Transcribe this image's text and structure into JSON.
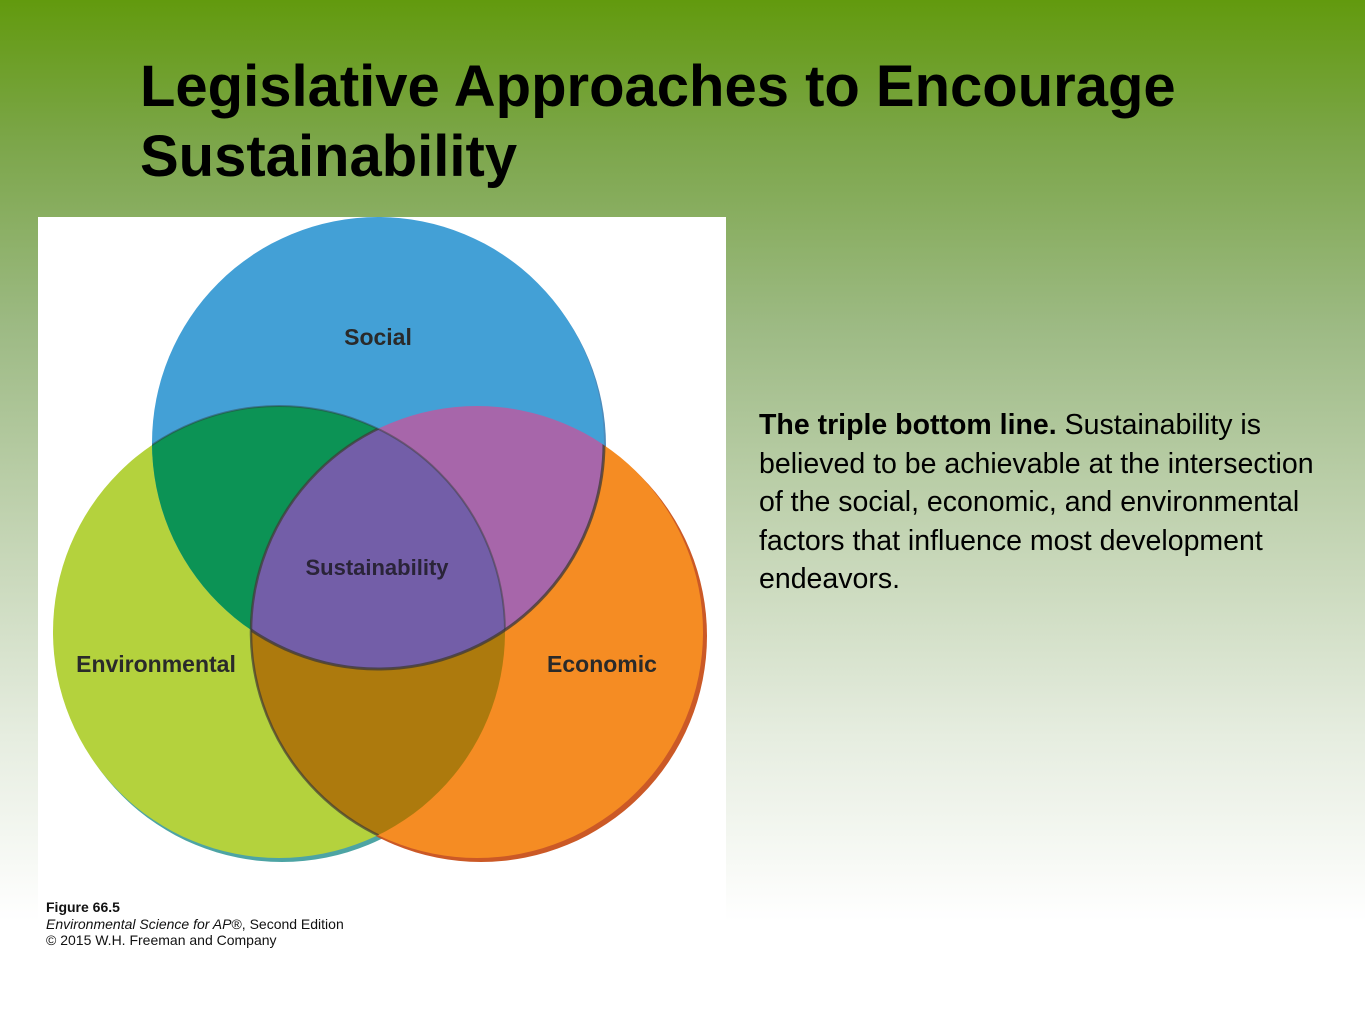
{
  "slide": {
    "title": "Legislative Approaches to Encourage Sustainability"
  },
  "diagram": {
    "circles": [
      {
        "label": "Social",
        "color": "#43a0d6"
      },
      {
        "label": "Environmental",
        "color": "#b4d23d"
      },
      {
        "label": "Economic",
        "color": "#f58c23"
      }
    ],
    "center_label": "Sustainability",
    "overlap_colors": {
      "social_environmental": "#0c9355",
      "social_economic": "#a766aa",
      "environmental_economic": "#ad7a0d",
      "center": "#735ea8"
    }
  },
  "caption": {
    "figure_number": "Figure 66.5",
    "book_title": "Environmental Science for AP",
    "book_title_suffix": "®, Second Edition",
    "copyright": "© 2015 W.H. Freeman and Company"
  },
  "description": {
    "lead": "The triple bottom line.",
    "body": "Sustainability is believed to be achievable at the intersection of the social, economic, and environmental factors that influence most development endeavors."
  }
}
